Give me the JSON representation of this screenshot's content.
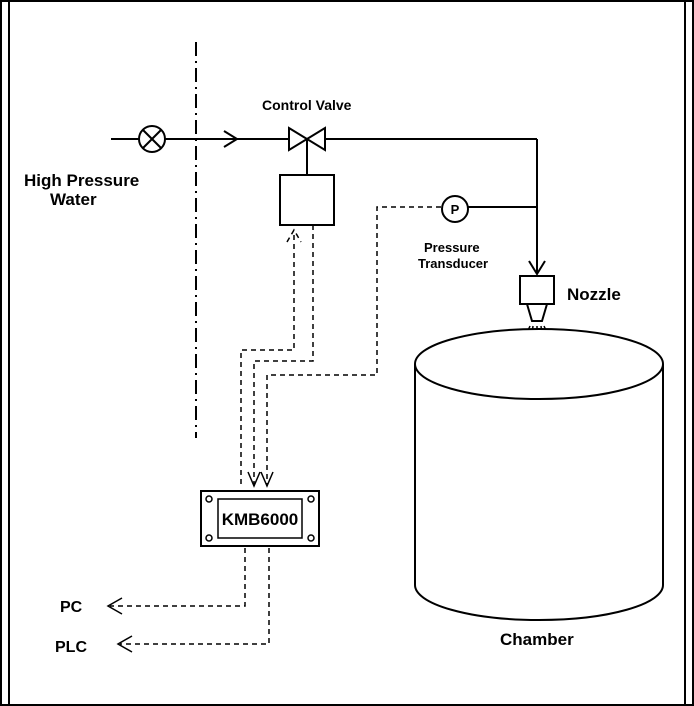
{
  "labels": {
    "control_valve": "Control Valve",
    "source_line1": "High Pressure",
    "source_line2": "Water",
    "pressure_line1": "Pressure",
    "pressure_line2": "Transducer",
    "transducer_symbol": "P",
    "nozzle": "Nozzle",
    "controller": "KMB6000",
    "pc": "PC",
    "plc": "PLC",
    "chamber": "Chamber"
  },
  "colors": {
    "line": "#000000",
    "background": "#ffffff"
  }
}
